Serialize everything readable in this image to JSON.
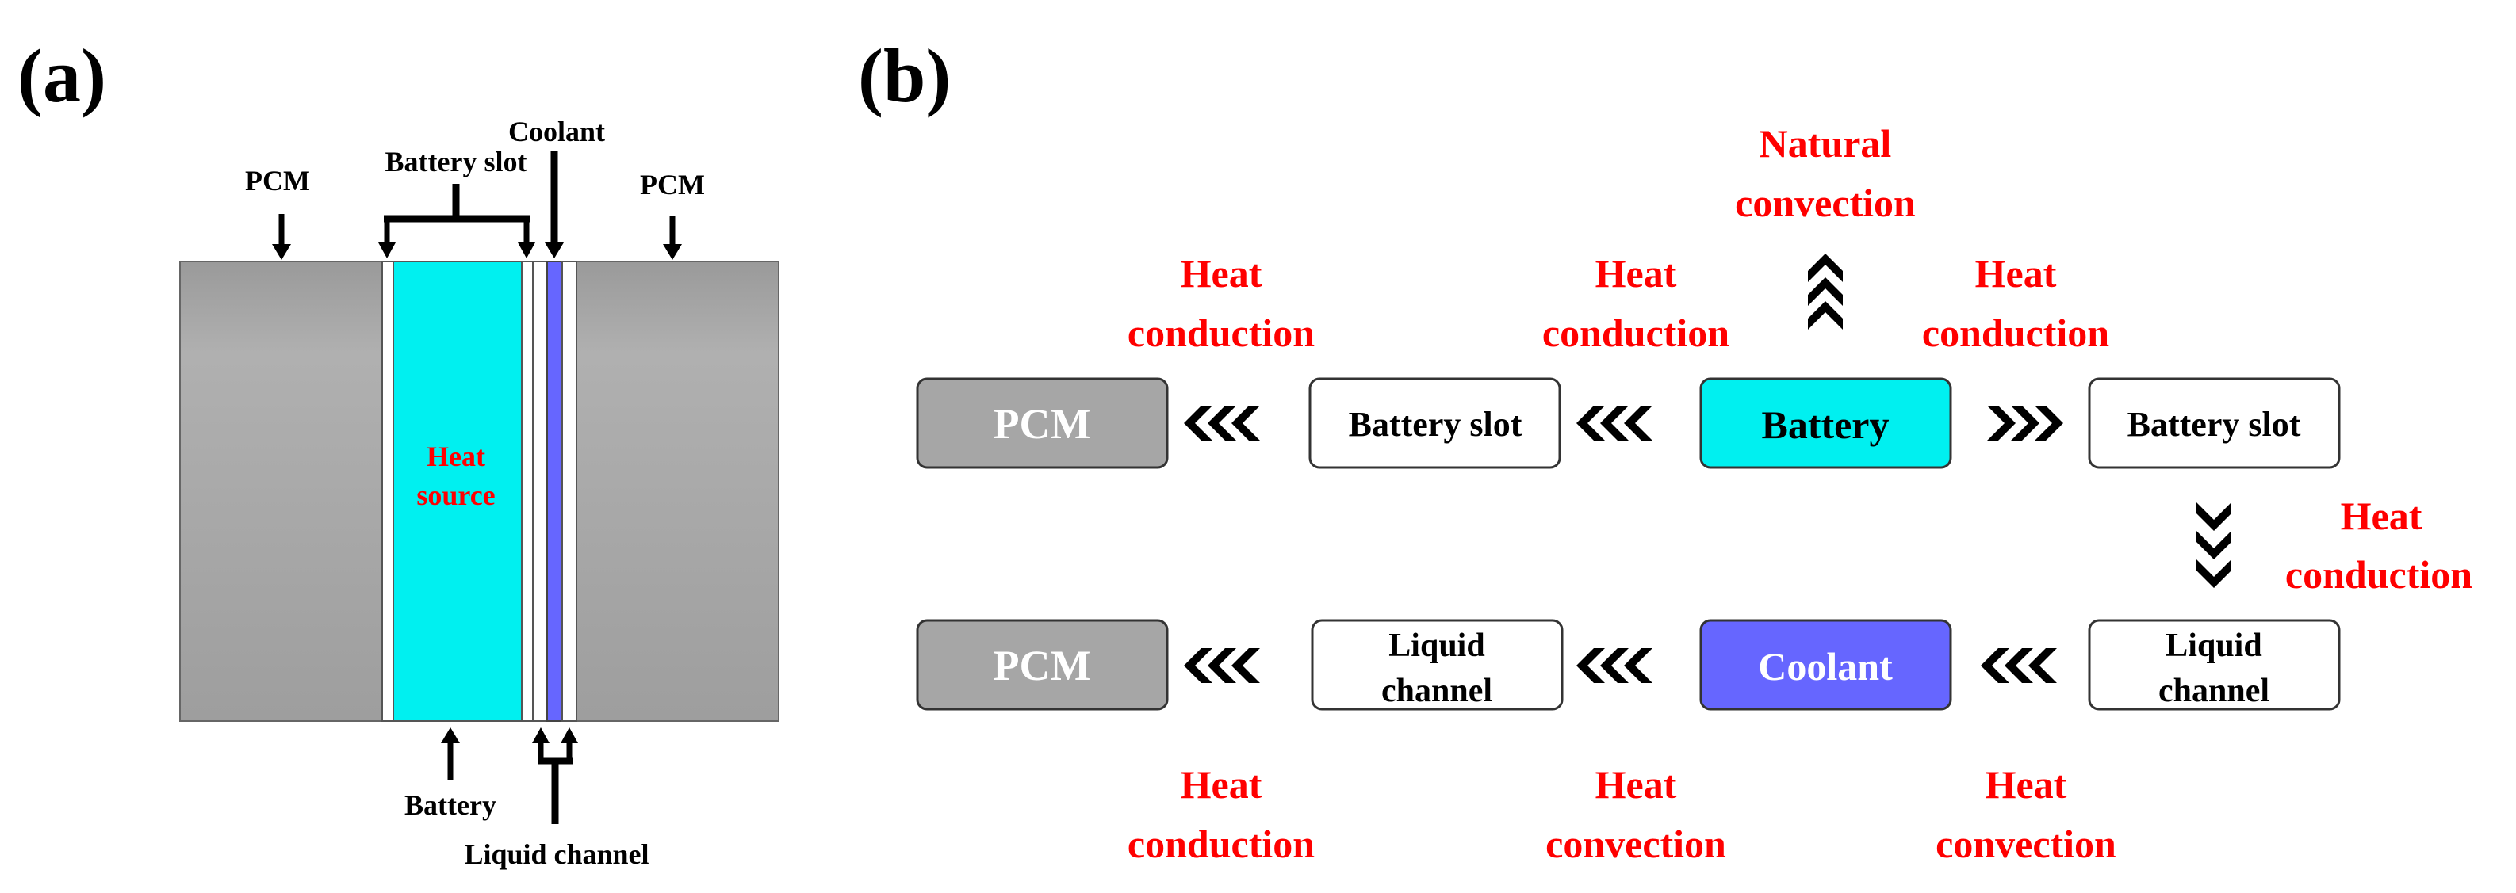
{
  "colors": {
    "pcm": "#a6a6a6",
    "battery": "#00f0f0",
    "coolant": "#6666ff",
    "slot": "#ffffff",
    "heat_text": "#ff0000",
    "ink": "#000000"
  },
  "panel_a": {
    "label": "(a)",
    "pcm_left_label": "PCM",
    "pcm_right_label": "PCM",
    "battery_slot_label": "Battery slot",
    "coolant_label": "Coolant",
    "heat_source_line1": "Heat",
    "heat_source_line2": "source",
    "battery_label": "Battery",
    "liquid_channel_label": "Liquid channel"
  },
  "panel_b": {
    "label": "(b)",
    "row1": {
      "pcm": "PCM",
      "slot_left": "Battery slot",
      "battery": "Battery",
      "slot_right": "Battery slot"
    },
    "row2": {
      "pcm": "PCM",
      "channel_left_line1": "Liquid",
      "channel_left_line2": "channel",
      "coolant": "Coolant",
      "channel_right_line1": "Liquid",
      "channel_right_line2": "channel"
    },
    "top_labels": {
      "left_line1": "Heat",
      "left_line2": "conduction",
      "mid_line1": "Heat",
      "mid_line2": "conduction",
      "natural_line1": "Natural",
      "natural_line2": "convection",
      "right_line1": "Heat",
      "right_line2": "conduction"
    },
    "side_label": {
      "line1": "Heat",
      "line2": "conduction"
    },
    "bottom_labels": {
      "left_line1": "Heat",
      "left_line2": "conduction",
      "mid_line1": "Heat",
      "mid_line2": "convection",
      "right_line1": "Heat",
      "right_line2": "convection"
    }
  }
}
